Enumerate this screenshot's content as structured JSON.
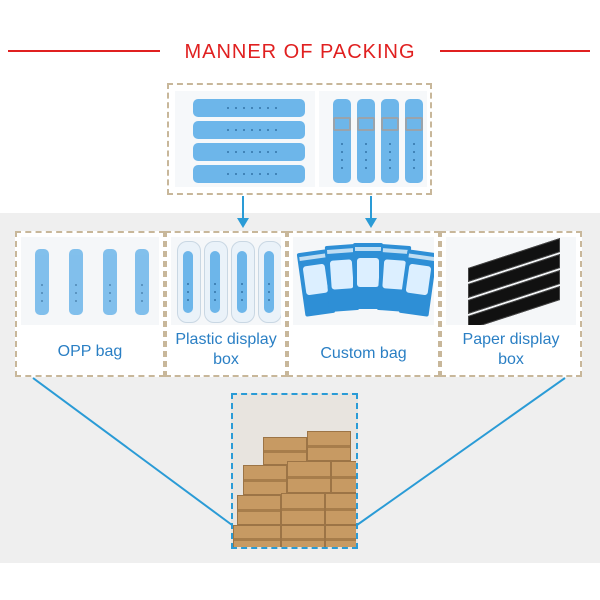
{
  "header": {
    "title": "MANNER OF PACKING"
  },
  "colors": {
    "title_red": "#e02020",
    "label_blue": "#2a7fc4",
    "arrow_blue": "#2a9bd6",
    "dash_tan": "#c8b79a",
    "strap_blue": "#6db6ea"
  },
  "packing_options": [
    {
      "label": "OPP bag"
    },
    {
      "label_line1": "Plastic  display",
      "label_line2": "box"
    },
    {
      "label": "Custom bag"
    },
    {
      "label_line1": "Paper display",
      "label_line2": "box"
    }
  ],
  "icons": [
    "arrow-down-icon",
    "arrow-down-icon"
  ]
}
